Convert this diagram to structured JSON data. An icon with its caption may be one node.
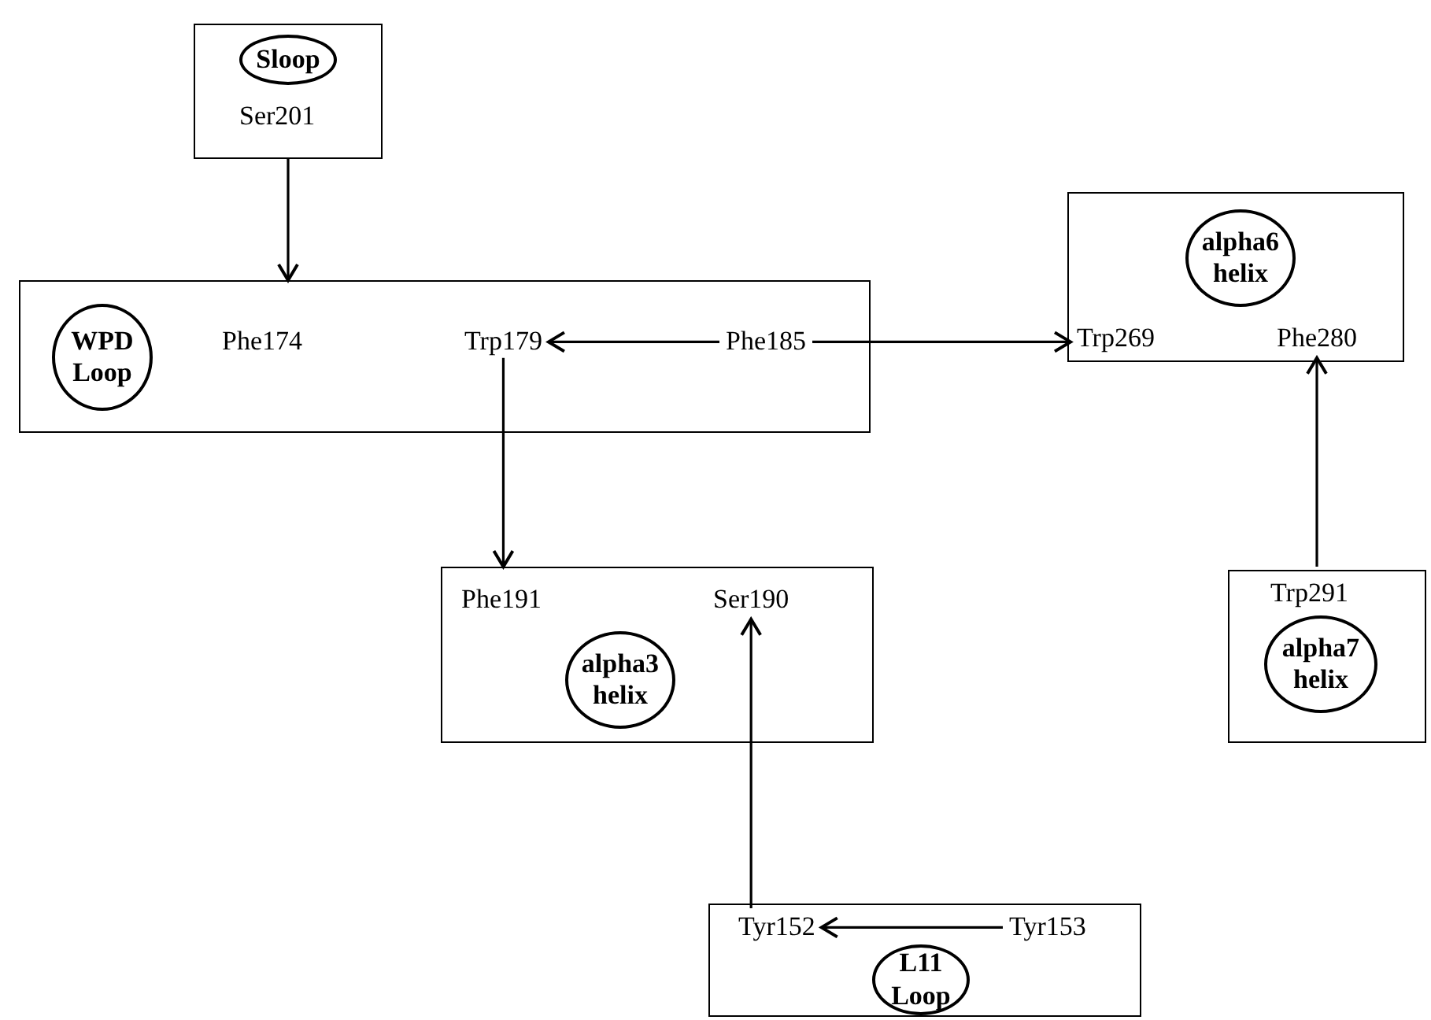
{
  "diagram": {
    "nodes": [
      {
        "text": [
          "Ser201"
        ]
      },
      {
        "text": [
          "Sloop"
        ],
        "in": 0
      },
      {
        "text": [
          "Phe174"
        ]
      },
      {
        "text": [
          "WPD Loop"
        ],
        "in": 2
      },
      {
        "text": [
          "Trp179"
        ],
        "in": 2
      },
      {
        "text": [
          "Phe185"
        ],
        "in": 2
      },
      {
        "text": [],
        "shape": "box"
      },
      {
        "text": [
          "alpha6 helix"
        ],
        "in": 6
      },
      {
        "text": [
          "Trp269"
        ],
        "in": 6
      },
      {
        "text": [
          "Phe280"
        ],
        "in": 6
      },
      {
        "text": [
          "Phe191"
        ]
      },
      {
        "text": [
          "Ser190"
        ],
        "in": 10
      },
      {
        "text": [
          "alpha3 helix"
        ],
        "in": 10
      },
      {
        "text": [
          "Trp291"
        ]
      },
      {
        "text": [
          "alpha7 helix"
        ],
        "in": 13
      },
      {
        "text": [],
        "shape": "box"
      },
      {
        "text": [
          "Tyr152"
        ],
        "in": 15
      },
      {
        "text": [
          "Tyr153"
        ],
        "in": 15
      },
      {
        "text": [
          "L11 Loop"
        ],
        "in": 15
      }
    ],
    "edges": [
      {
        "from": 0,
        "to": 2,
        "arrow": "to"
      },
      {
        "from": 5,
        "to": 4,
        "arrow": "to"
      },
      {
        "from": 5,
        "to": 8,
        "arrow": "to"
      },
      {
        "from": 4,
        "to": 10,
        "arrow": "to"
      },
      {
        "from": 13,
        "to": 9,
        "arrow": "to"
      },
      {
        "from": 16,
        "to": 11,
        "arrow": "to"
      },
      {
        "from": 17,
        "to": 16,
        "arrow": "to"
      }
    ]
  }
}
